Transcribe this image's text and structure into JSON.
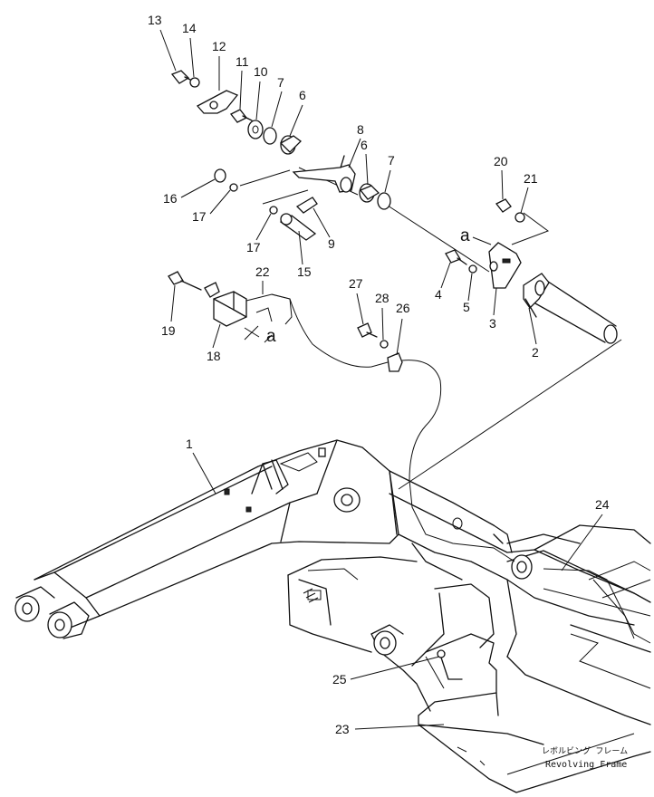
{
  "parts": [
    {
      "id": "p1",
      "number": "1"
    },
    {
      "id": "p2",
      "number": "2"
    },
    {
      "id": "p3",
      "number": "3"
    },
    {
      "id": "p4",
      "number": "4"
    },
    {
      "id": "p5",
      "number": "5"
    },
    {
      "id": "p6a",
      "number": "6"
    },
    {
      "id": "p6b",
      "number": "6"
    },
    {
      "id": "p7a",
      "number": "7"
    },
    {
      "id": "p7b",
      "number": "7"
    },
    {
      "id": "p8",
      "number": "8"
    },
    {
      "id": "p9",
      "number": "9"
    },
    {
      "id": "p10",
      "number": "10"
    },
    {
      "id": "p11",
      "number": "11"
    },
    {
      "id": "p12",
      "number": "12"
    },
    {
      "id": "p13",
      "number": "13"
    },
    {
      "id": "p14",
      "number": "14"
    },
    {
      "id": "p15",
      "number": "15"
    },
    {
      "id": "p16",
      "number": "16"
    },
    {
      "id": "p17a",
      "number": "17"
    },
    {
      "id": "p17b",
      "number": "17"
    },
    {
      "id": "p18",
      "number": "18"
    },
    {
      "id": "p19",
      "number": "19"
    },
    {
      "id": "p20",
      "number": "20"
    },
    {
      "id": "p21",
      "number": "21"
    },
    {
      "id": "p22",
      "number": "22"
    },
    {
      "id": "p23",
      "number": "23"
    },
    {
      "id": "p24",
      "number": "24"
    },
    {
      "id": "p25",
      "number": "25"
    },
    {
      "id": "p26",
      "number": "26"
    },
    {
      "id": "p27",
      "number": "27"
    },
    {
      "id": "p28",
      "number": "28"
    }
  ],
  "connectors": {
    "a_top": "a",
    "a_bottom": "a"
  },
  "caption": {
    "japanese": "レボルビング フレーム",
    "english": "Revolving Frame"
  }
}
